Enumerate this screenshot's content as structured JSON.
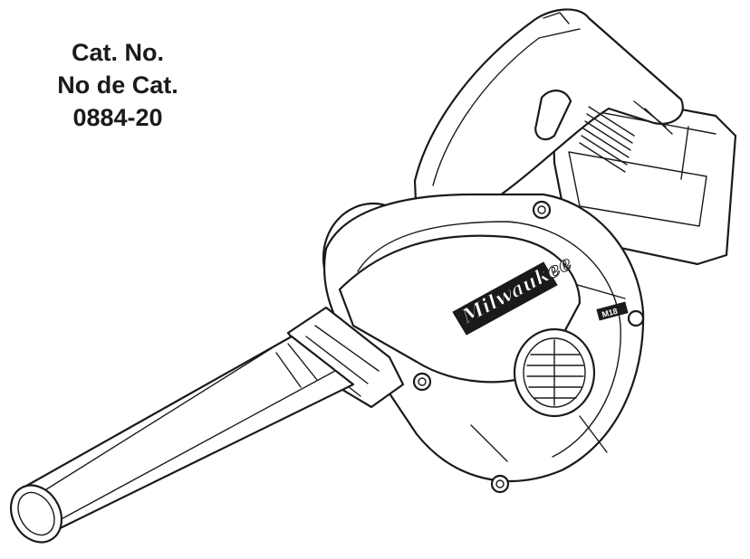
{
  "catalog": {
    "line1": "Cat. No.",
    "line2": "No de Cat.",
    "line3": "0884-20"
  },
  "product": {
    "brand_logo_text": "Milwaukee",
    "badge_text": "M18"
  },
  "illustration": {
    "subject": "blower-line-drawing"
  }
}
